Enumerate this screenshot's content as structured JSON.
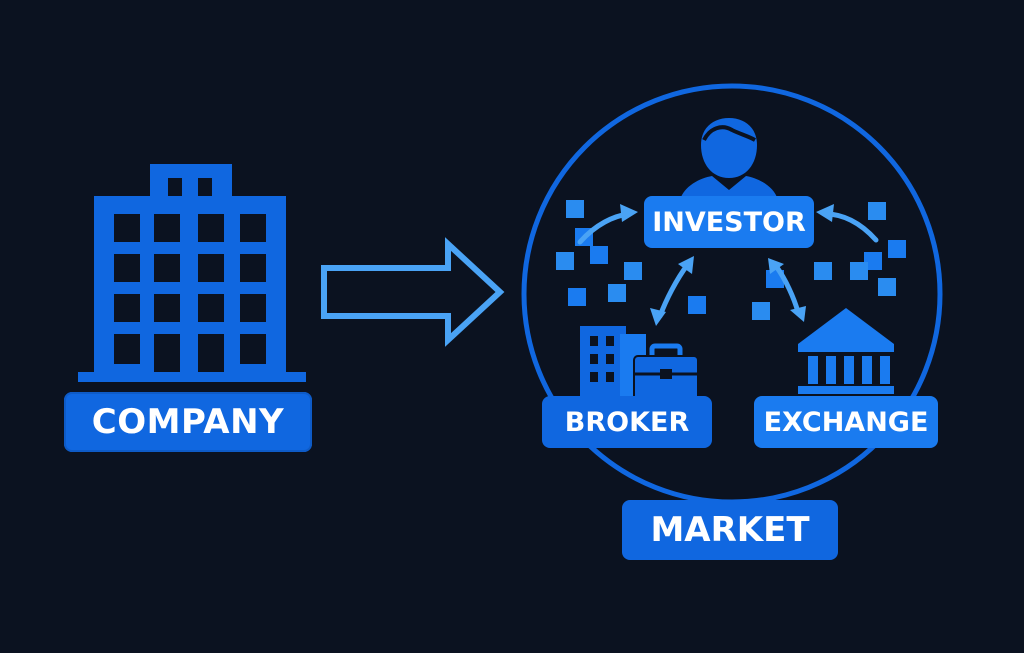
{
  "labels": {
    "company": "COMPANY",
    "market": "MARKET",
    "investor": "INVESTOR",
    "broker": "BROKER",
    "exchange": "EXCHANGE"
  },
  "colors": {
    "background": "#0b1220",
    "primary_blue": "#1067e0",
    "accent_blue": "#1a7bf0",
    "light_blue": "#4aa3f5",
    "text": "#ffffff"
  },
  "icons": {
    "company": "office-building-icon",
    "investor": "person-icon",
    "broker": "building-with-briefcase-icon",
    "exchange": "bank-icon",
    "flow": "right-arrow-icon"
  }
}
